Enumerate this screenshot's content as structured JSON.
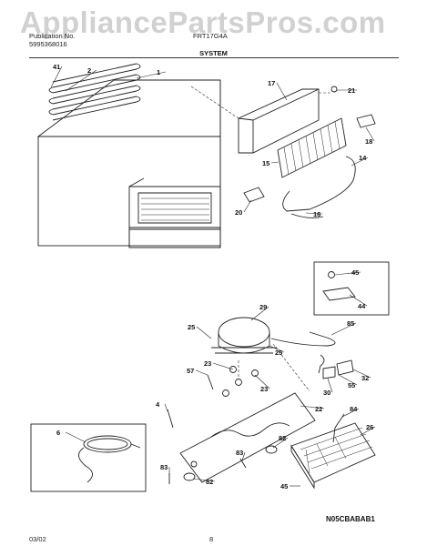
{
  "header": {
    "line1": "Publication No.",
    "line2": "5995368016",
    "model": "FRT17G4A",
    "watermark": "AppliancePartsPros.com"
  },
  "section_title": "SYSTEM",
  "part_callouts": [
    {
      "num": "41"
    },
    {
      "num": "2"
    },
    {
      "num": "1"
    },
    {
      "num": "17"
    },
    {
      "num": "21"
    },
    {
      "num": "18"
    },
    {
      "num": "15"
    },
    {
      "num": "14"
    },
    {
      "num": "20"
    },
    {
      "num": "16"
    },
    {
      "num": "45"
    },
    {
      "num": "44"
    },
    {
      "num": "29"
    },
    {
      "num": "85"
    },
    {
      "num": "25"
    },
    {
      "num": "25"
    },
    {
      "num": "57"
    },
    {
      "num": "23"
    },
    {
      "num": "23"
    },
    {
      "num": "32"
    },
    {
      "num": "55"
    },
    {
      "num": "30"
    },
    {
      "num": "4"
    },
    {
      "num": "22"
    },
    {
      "num": "84"
    },
    {
      "num": "26"
    },
    {
      "num": "6"
    },
    {
      "num": "82"
    },
    {
      "num": "83"
    },
    {
      "num": "82"
    },
    {
      "num": "83"
    },
    {
      "num": "45"
    }
  ],
  "diagram_code": "N05CBABAB1",
  "footer": {
    "date": "03/02",
    "page": "8"
  }
}
